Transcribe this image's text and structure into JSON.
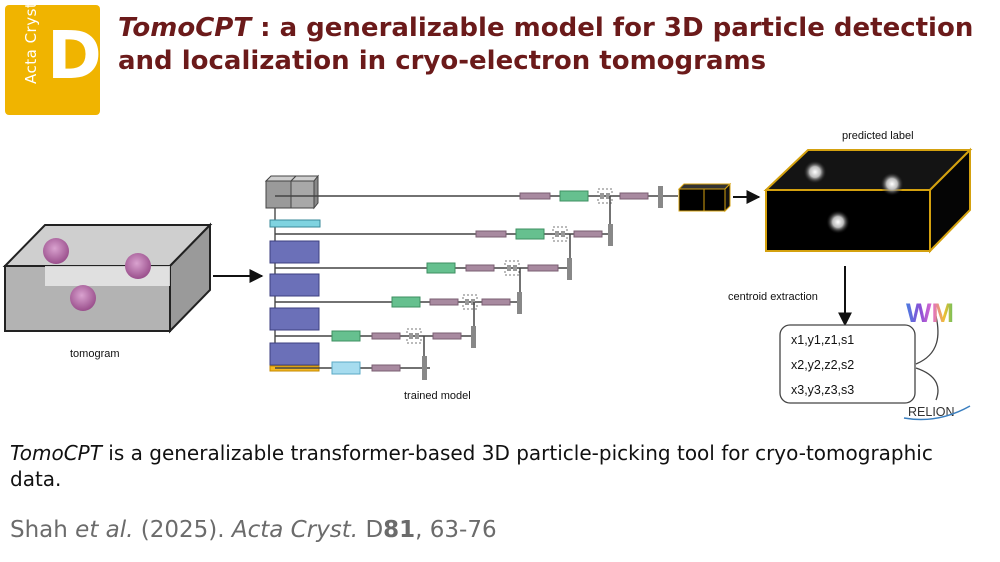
{
  "journal": {
    "name": "Acta Cryst",
    "section_letter": "D",
    "colors": {
      "logo_bg": "#f0b400",
      "title": "#6b1a1a"
    }
  },
  "title": {
    "tool_name": "TomoCPT",
    "rest": " : a generalizable model for 3D particle detection and localization in cryo-electron tomograms"
  },
  "figure": {
    "labels": {
      "tomogram": "tomogram",
      "trained_model": "trained model",
      "predicted_label": "predicted label",
      "centroid_extraction": "centroid extraction"
    },
    "coordinates": [
      "x1,y1,z1,s1",
      "x2,y2,z2,s2",
      "x3,y3,z3,s3"
    ],
    "software_logos": {
      "warp": "WM",
      "relion": "RELION"
    },
    "colors": {
      "encoder_block": "#6b70b8",
      "decoder_green": "#66c08f",
      "decoder_mauve": "#a88aa0",
      "particle": "#b96aa8",
      "output_border": "#d4a10f"
    }
  },
  "caption": {
    "tool_name": "TomoCPT",
    "rest": "  is a generalizable transformer-based 3D particle-picking tool for cryo-tomographic data."
  },
  "citation": {
    "authors": "Shah",
    "et_al": "et al.",
    "year": "(2025).",
    "journal": "Acta Cryst.",
    "section": "D",
    "volume": "81",
    "pages": ", 63-76"
  }
}
